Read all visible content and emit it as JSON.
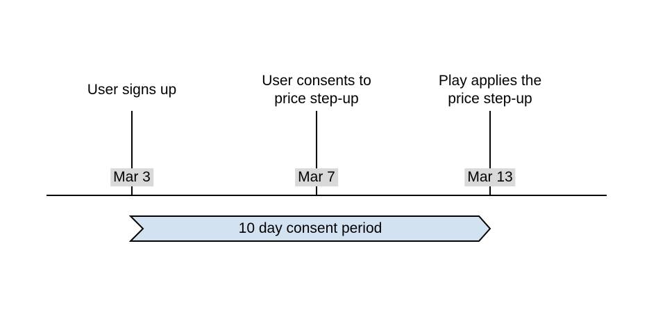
{
  "diagram": {
    "type": "timeline",
    "events": [
      {
        "label": "User signs up",
        "date": "Mar 3"
      },
      {
        "label": "User consents to\nprice step-up",
        "date": "Mar 7"
      },
      {
        "label": "Play applies the\nprice step-up",
        "date": "Mar 13"
      }
    ],
    "period_banner": {
      "label": "10 day consent period"
    },
    "colors": {
      "banner_fill": "#d3e2f1",
      "banner_border": "#000000",
      "date_label_bg": "#d9d9d9",
      "axis_line": "#000000",
      "text": "#000000"
    }
  }
}
